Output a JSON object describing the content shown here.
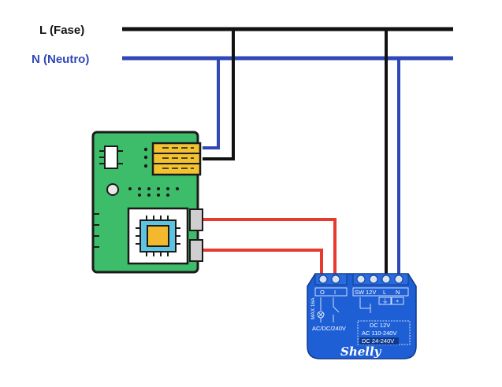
{
  "lines": {
    "phase_label": "L (Fase)",
    "neutral_label": "N (Neutro)",
    "phase_color": "#111111",
    "neutral_color": "#2f47b8"
  },
  "wires": {
    "signal_color": "#e8392f"
  },
  "board": {
    "body_color": "#3dbd6a",
    "terminal_color": "#f2c230",
    "chip_color": "#f4b82e"
  },
  "shelly": {
    "body_color": "#1e5fd6",
    "terminal_o": "O",
    "terminal_i": "I",
    "terminal_sw": "SW",
    "terminal_12v": "12V",
    "terminal_l": "L",
    "terminal_n": "N",
    "rating": "MAX 16A",
    "supply_left": "AC/DC/240V",
    "spec_dc12": "DC 12V",
    "spec_ac": "AC 110-240V",
    "spec_dc24": "DC 24-240V",
    "brand": "Shelly"
  }
}
